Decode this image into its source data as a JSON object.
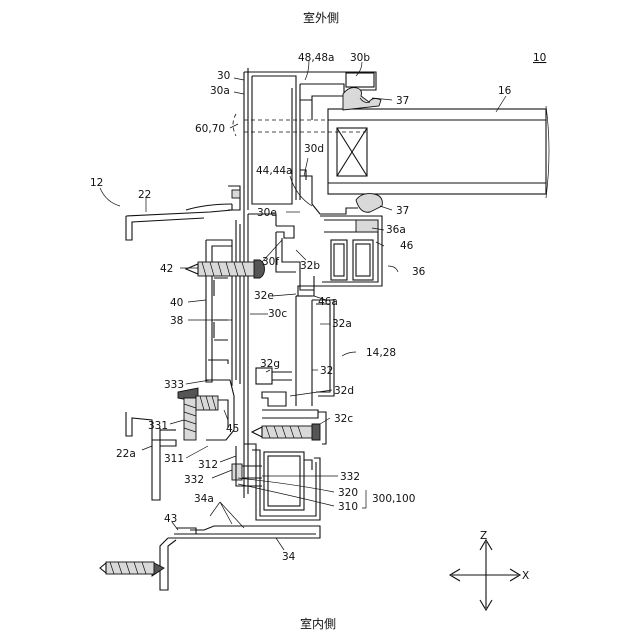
{
  "captions": {
    "top": "室外側",
    "bottom": "室内側"
  },
  "axes": {
    "z": "Z",
    "x": "X"
  },
  "labels": [
    {
      "id": "10",
      "text": "10"
    },
    {
      "id": "48-48a",
      "text": "48,48a"
    },
    {
      "id": "30b",
      "text": "30b"
    },
    {
      "id": "30",
      "text": "30"
    },
    {
      "id": "30a",
      "text": "30a"
    },
    {
      "id": "37-top",
      "text": "37"
    },
    {
      "id": "16",
      "text": "16"
    },
    {
      "id": "60-70",
      "text": "60,70"
    },
    {
      "id": "30d",
      "text": "30d"
    },
    {
      "id": "12",
      "text": "12"
    },
    {
      "id": "22",
      "text": "22"
    },
    {
      "id": "44-44a",
      "text": "44,44a"
    },
    {
      "id": "37-mid",
      "text": "37"
    },
    {
      "id": "30e",
      "text": "30e"
    },
    {
      "id": "36a",
      "text": "36a"
    },
    {
      "id": "46",
      "text": "46"
    },
    {
      "id": "42",
      "text": "42"
    },
    {
      "id": "30f",
      "text": "30f"
    },
    {
      "id": "32b",
      "text": "32b"
    },
    {
      "id": "36",
      "text": "36"
    },
    {
      "id": "32e",
      "text": "32e"
    },
    {
      "id": "46a",
      "text": "46a"
    },
    {
      "id": "40",
      "text": "40"
    },
    {
      "id": "30c",
      "text": "30c"
    },
    {
      "id": "32a",
      "text": "32a"
    },
    {
      "id": "38",
      "text": "38"
    },
    {
      "id": "14-28",
      "text": "14,28"
    },
    {
      "id": "32g",
      "text": "32g"
    },
    {
      "id": "32",
      "text": "32"
    },
    {
      "id": "333",
      "text": "333"
    },
    {
      "id": "32d",
      "text": "32d"
    },
    {
      "id": "331",
      "text": "331"
    },
    {
      "id": "45",
      "text": "45"
    },
    {
      "id": "32c",
      "text": "32c"
    },
    {
      "id": "22a",
      "text": "22a"
    },
    {
      "id": "311",
      "text": "311"
    },
    {
      "id": "312",
      "text": "312"
    },
    {
      "id": "332-left",
      "text": "332"
    },
    {
      "id": "332-right",
      "text": "332"
    },
    {
      "id": "320",
      "text": "320"
    },
    {
      "id": "300-100",
      "text": "300,100"
    },
    {
      "id": "310",
      "text": "310"
    },
    {
      "id": "34a",
      "text": "34a"
    },
    {
      "id": "43",
      "text": "43"
    },
    {
      "id": "34",
      "text": "34"
    }
  ]
}
